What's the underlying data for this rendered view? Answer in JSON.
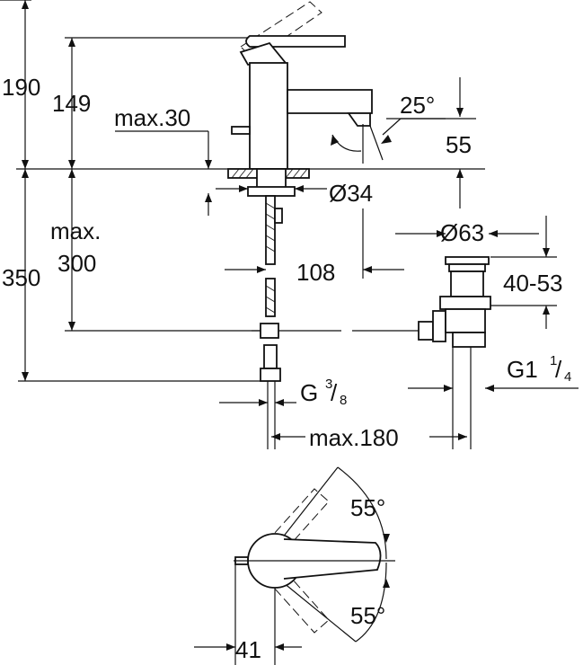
{
  "dimensions": {
    "total_height": "190",
    "spout_height": "149",
    "max_deck": "max.30",
    "spout_angle": "25°",
    "spout_clearance": "55",
    "hole_diameter": "Ø34",
    "max_label": "max.",
    "max_depth": "300",
    "below_deck": "350",
    "spout_reach": "108",
    "drain_diameter": "Ø63",
    "drain_range": "40-53",
    "connection_thread": "G",
    "connection_thread_num": "3",
    "connection_thread_den": "8",
    "drain_thread": "G1",
    "drain_thread_num": "1",
    "drain_thread_den": "4",
    "max_offset": "max.180",
    "lever_angle_top": "55°",
    "lever_angle_bottom": "55°",
    "handle_offset": "41"
  }
}
